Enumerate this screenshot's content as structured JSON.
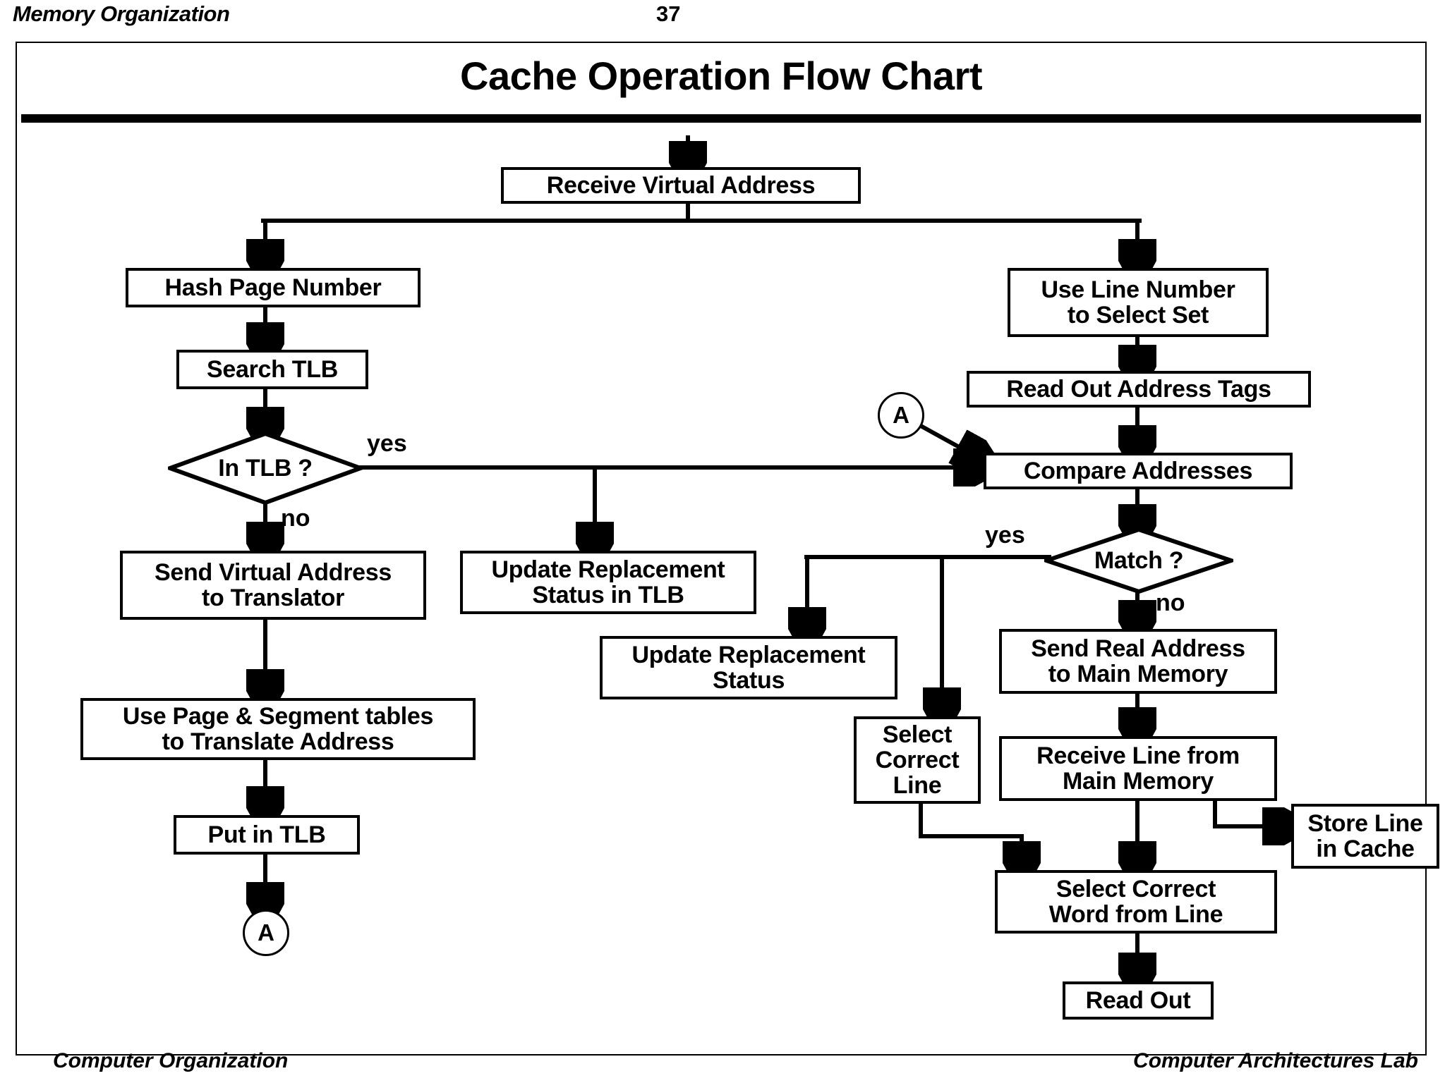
{
  "slide": {
    "header_left": "Memory Organization",
    "page_number": "37",
    "title": "Cache Operation Flow Chart",
    "footer_left": "Computer Organization",
    "footer_right": "Computer Architectures Lab"
  },
  "chart_data": {
    "type": "flowchart",
    "title": "Cache Operation Flow Chart",
    "nodes": [
      {
        "id": "receive_virtual_address",
        "label": "Receive Virtual Address",
        "shape": "process"
      },
      {
        "id": "hash_page_number",
        "label": "Hash Page Number",
        "shape": "process"
      },
      {
        "id": "search_tlb",
        "label": "Search TLB",
        "shape": "process"
      },
      {
        "id": "in_tlb",
        "label": "In TLB ?",
        "shape": "decision"
      },
      {
        "id": "send_virtual_address",
        "label": "Send Virtual Address\nto Translator",
        "shape": "process"
      },
      {
        "id": "use_page_segment",
        "label": "Use Page & Segment tables\nto Translate Address",
        "shape": "process"
      },
      {
        "id": "put_in_tlb",
        "label": "Put in TLB",
        "shape": "process"
      },
      {
        "id": "connector_a_bottom",
        "label": "A",
        "shape": "connector"
      },
      {
        "id": "update_repl_tlb",
        "label": "Update Replacement\nStatus in TLB",
        "shape": "process"
      },
      {
        "id": "update_repl",
        "label": "Update Replacement\nStatus",
        "shape": "process"
      },
      {
        "id": "use_line_number",
        "label": "Use Line Number\nto Select Set",
        "shape": "process"
      },
      {
        "id": "read_out_address_tags",
        "label": "Read Out Address Tags",
        "shape": "process"
      },
      {
        "id": "connector_a_top",
        "label": "A",
        "shape": "connector"
      },
      {
        "id": "compare_addresses",
        "label": "Compare Addresses",
        "shape": "process"
      },
      {
        "id": "match",
        "label": "Match ?",
        "shape": "decision"
      },
      {
        "id": "select_correct_line",
        "label": "Select\nCorrect\nLine",
        "shape": "process"
      },
      {
        "id": "send_real_address",
        "label": "Send Real Address\nto Main Memory",
        "shape": "process"
      },
      {
        "id": "receive_line",
        "label": "Receive Line from\nMain Memory",
        "shape": "process"
      },
      {
        "id": "store_line_in_cache",
        "label": "Store Line\nin Cache",
        "shape": "process"
      },
      {
        "id": "select_correct_word",
        "label": "Select Correct\nWord from Line",
        "shape": "process"
      },
      {
        "id": "read_out",
        "label": "Read Out",
        "shape": "process"
      }
    ],
    "edges": [
      {
        "from": "start",
        "to": "receive_virtual_address",
        "label": ""
      },
      {
        "from": "receive_virtual_address",
        "to": "hash_page_number",
        "label": ""
      },
      {
        "from": "receive_virtual_address",
        "to": "use_line_number",
        "label": ""
      },
      {
        "from": "hash_page_number",
        "to": "search_tlb",
        "label": ""
      },
      {
        "from": "search_tlb",
        "to": "in_tlb",
        "label": ""
      },
      {
        "from": "in_tlb",
        "to": "compare_addresses",
        "label": "yes"
      },
      {
        "from": "in_tlb",
        "to": "update_repl_tlb",
        "label": "yes"
      },
      {
        "from": "in_tlb",
        "to": "send_virtual_address",
        "label": "no"
      },
      {
        "from": "send_virtual_address",
        "to": "use_page_segment",
        "label": ""
      },
      {
        "from": "use_page_segment",
        "to": "put_in_tlb",
        "label": ""
      },
      {
        "from": "put_in_tlb",
        "to": "connector_a_bottom",
        "label": ""
      },
      {
        "from": "connector_a_top",
        "to": "compare_addresses",
        "label": ""
      },
      {
        "from": "use_line_number",
        "to": "read_out_address_tags",
        "label": ""
      },
      {
        "from": "read_out_address_tags",
        "to": "compare_addresses",
        "label": ""
      },
      {
        "from": "compare_addresses",
        "to": "match",
        "label": ""
      },
      {
        "from": "match",
        "to": "update_repl",
        "label": "yes"
      },
      {
        "from": "match",
        "to": "select_correct_line",
        "label": "yes"
      },
      {
        "from": "match",
        "to": "send_real_address",
        "label": "no"
      },
      {
        "from": "send_real_address",
        "to": "receive_line",
        "label": ""
      },
      {
        "from": "receive_line",
        "to": "store_line_in_cache",
        "label": ""
      },
      {
        "from": "receive_line",
        "to": "select_correct_word",
        "label": ""
      },
      {
        "from": "select_correct_line",
        "to": "select_correct_word",
        "label": ""
      },
      {
        "from": "select_correct_word",
        "to": "read_out",
        "label": ""
      }
    ],
    "edge_labels": [
      {
        "id": "tlb_yes",
        "text": "yes"
      },
      {
        "id": "tlb_no",
        "text": "no"
      },
      {
        "id": "match_yes",
        "text": "yes"
      },
      {
        "id": "match_no",
        "text": "no"
      }
    ]
  },
  "nodes": {
    "receive_virtual_address": {
      "line1": "Receive Virtual Address"
    },
    "hash_page_number": {
      "line1": "Hash Page Number"
    },
    "search_tlb": {
      "line1": "Search TLB"
    },
    "in_tlb": {
      "line1": "In TLB ?"
    },
    "send_virtual_address": {
      "line1": "Send Virtual Address",
      "line2": "to Translator"
    },
    "use_page_segment": {
      "line1": "Use Page & Segment tables",
      "line2": "to Translate Address"
    },
    "put_in_tlb": {
      "line1": "Put in TLB"
    },
    "connector_a_bottom": {
      "line1": "A"
    },
    "update_repl_tlb": {
      "line1": "Update Replacement",
      "line2": "Status in TLB"
    },
    "update_repl": {
      "line1": "Update Replacement",
      "line2": "Status"
    },
    "use_line_number": {
      "line1": "Use Line Number",
      "line2": "to Select Set"
    },
    "read_out_address_tags": {
      "line1": "Read Out Address Tags"
    },
    "connector_a_top": {
      "line1": "A"
    },
    "compare_addresses": {
      "line1": "Compare Addresses"
    },
    "match": {
      "line1": "Match ?"
    },
    "select_correct_line": {
      "line1": "Select",
      "line2": "Correct",
      "line3": "Line"
    },
    "send_real_address": {
      "line1": "Send Real Address",
      "line2": "to Main Memory"
    },
    "receive_line": {
      "line1": "Receive Line from",
      "line2": "Main Memory"
    },
    "store_line_in_cache": {
      "line1": "Store Line",
      "line2": "in Cache"
    },
    "select_correct_word": {
      "line1": "Select Correct",
      "line2": "Word from Line"
    },
    "read_out": {
      "line1": "Read Out"
    }
  },
  "labels": {
    "tlb_yes": "yes",
    "tlb_no": "no",
    "match_yes": "yes",
    "match_no": "no"
  },
  "colors": {
    "ink": "#000000",
    "paper": "#ffffff"
  }
}
